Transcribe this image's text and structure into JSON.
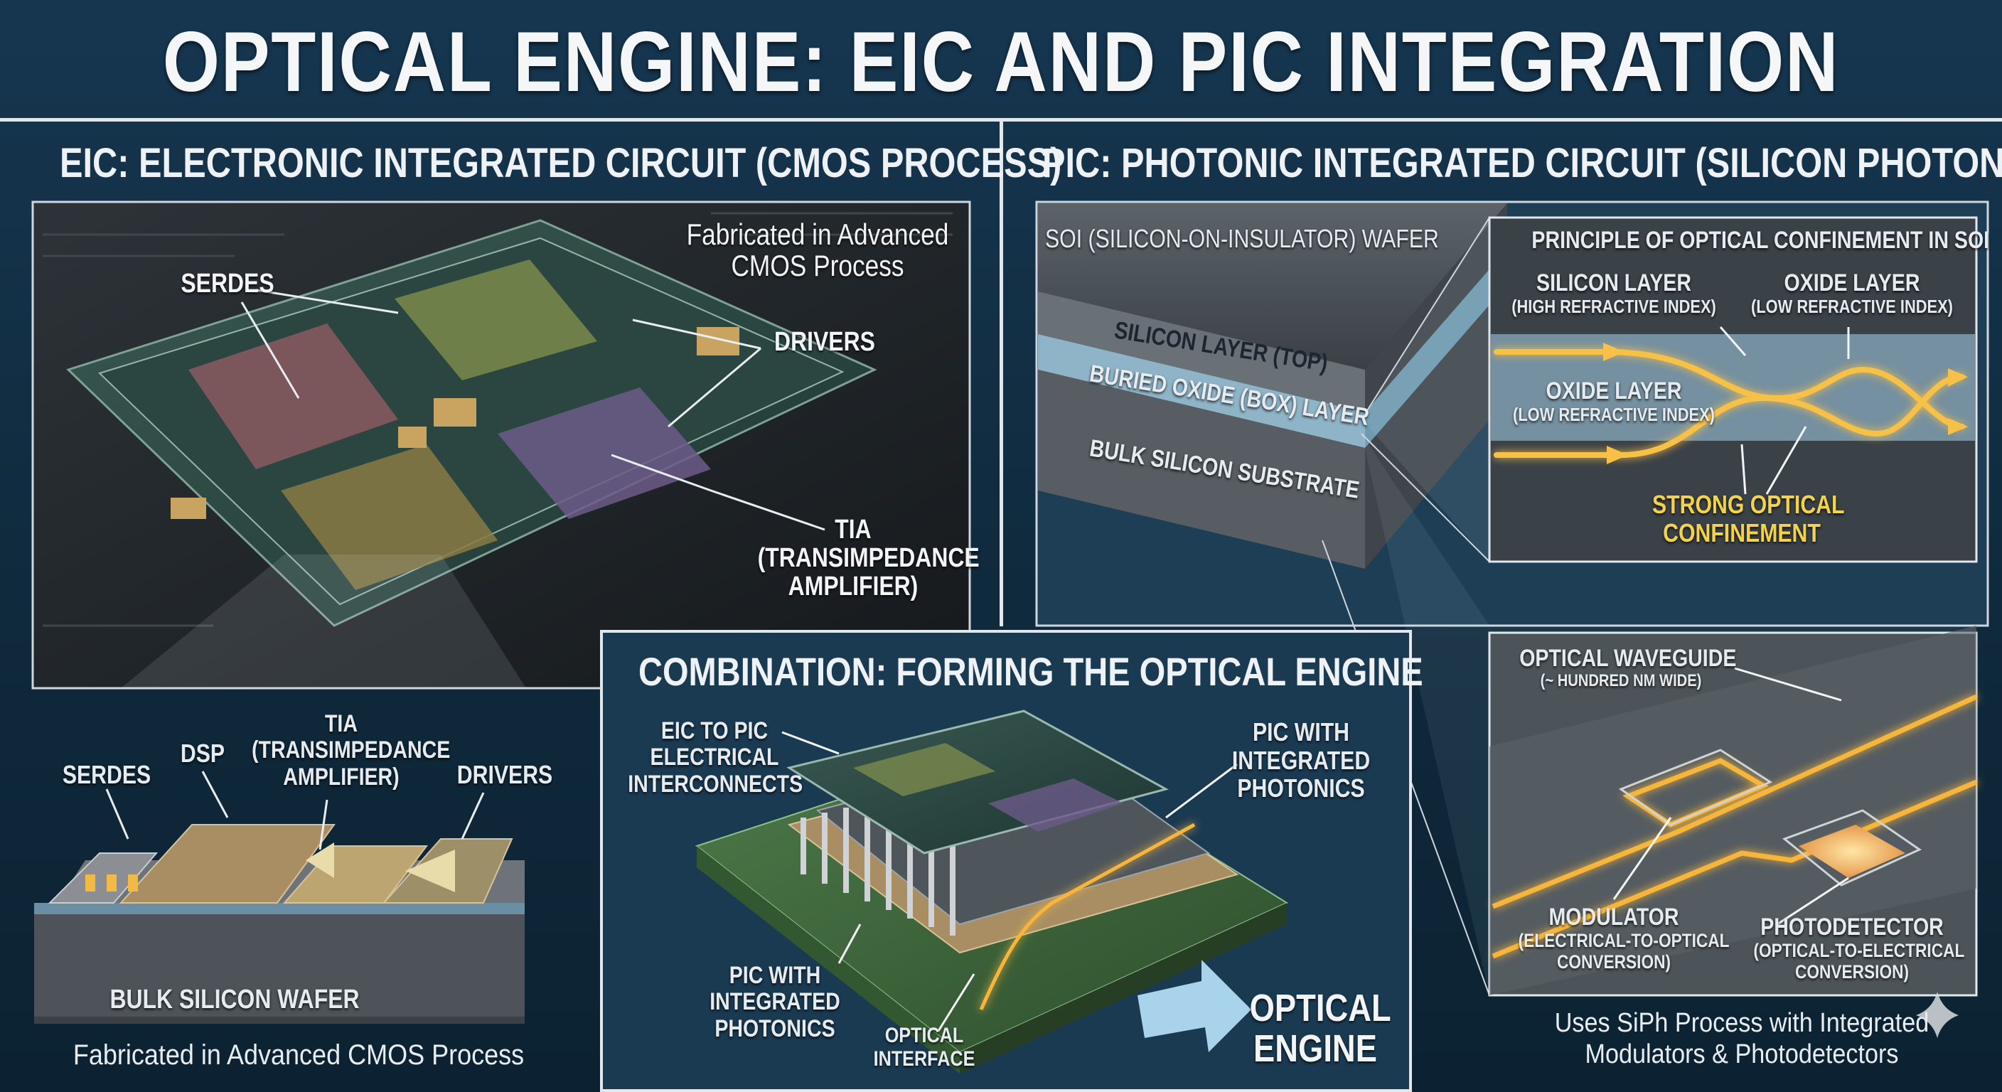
{
  "title": "OPTICAL ENGINE: EIC AND PIC INTEGRATION",
  "eic": {
    "heading_bold": "EIC:",
    "heading_rest": "ELECTRONIC INTEGRATED CIRCUIT (CMOS PROCESS)",
    "fab_note_line1": "Fabricated in Advanced",
    "fab_note_line2": "CMOS Process",
    "labels": {
      "serdes": "SERDES",
      "drivers": "DRIVERS",
      "tia_line1": "TIA",
      "tia_line2": "(TRANSIMPEDANCE",
      "tia_line3": "AMPLIFIER)"
    },
    "cross_section": {
      "serdes": "SERDES",
      "dsp": "DSP",
      "tia_line1": "TIA",
      "tia_line2": "(TRANSIMPEDANCE",
      "tia_line3": "AMPLIFIER)",
      "drivers": "DRIVERS",
      "wafer": "BULK SILICON WAFER",
      "caption": "Fabricated in Advanced CMOS Process"
    }
  },
  "pic": {
    "heading_bold": "PIC:",
    "heading_rest": "PHOTONIC INTEGRATED CIRCUIT (SILICON PHOTONICS)",
    "wafer_title": "SOI (SILICON-ON-INSULATOR) WAFER",
    "layers": {
      "silicon_top": "SILICON LAYER (TOP)",
      "box": "BURIED OXIDE (BOX) LAYER",
      "substrate": "BULK SILICON SUBSTRATE"
    },
    "confinement": {
      "title": "PRINCIPLE OF OPTICAL CONFINEMENT IN SOI",
      "si_layer": "SILICON LAYER",
      "si_index": "(HIGH REFRACTIVE INDEX)",
      "oxide_layer_top": "OXIDE LAYER",
      "oxide_index_top": "(LOW REFRACTIVE INDEX)",
      "oxide_layer_mid": "OXIDE LAYER",
      "oxide_index_mid": "(LOW REFRACTIVE INDEX)",
      "strong_line1": "STRONG OPTICAL",
      "strong_line2": "CONFINEMENT"
    },
    "devices": {
      "waveguide": "OPTICAL WAVEGUIDE",
      "waveguide_width": "(~ HUNDRED NM WIDE)",
      "modulator": "MODULATOR",
      "modulator_desc1": "(ELECTRICAL-TO-OPTICAL",
      "modulator_desc2": "CONVERSION)",
      "photodetector": "PHOTODETECTOR",
      "photodetector_desc1": "(OPTICAL-TO-ELECTRICAL",
      "photodetector_desc2": "CONVERSION)"
    },
    "caption_line1": "Uses SiPh Process with Integrated",
    "caption_line2": "Modulators & Photodetectors"
  },
  "combo": {
    "heading": "COMBINATION: FORMING THE OPTICAL ENGINE",
    "interconnects_line1": "EIC TO PIC",
    "interconnects_line2": "ELECTRICAL",
    "interconnects_line3": "INTERCONNECTS",
    "pic_top_line1": "PIC WITH",
    "pic_top_line2": "INTEGRATED",
    "pic_top_line3": "PHOTONICS",
    "pic_bottom_line1": "PIC WITH",
    "pic_bottom_line2": "INTEGRATED",
    "pic_bottom_line3": "PHOTONICS",
    "optical_interface_line1": "OPTICAL",
    "optical_interface_line2": "INTERFACE",
    "engine_line1": "OPTICAL",
    "engine_line2": "ENGINE"
  },
  "colors": {
    "background": "#0f2a3c",
    "frame": "#dfe6ec",
    "light_beam": "#f5b53a",
    "accent_text": "#f3d34a",
    "arrow": "#a9d3ea"
  },
  "icons": {
    "corner": "sparkle-icon"
  }
}
